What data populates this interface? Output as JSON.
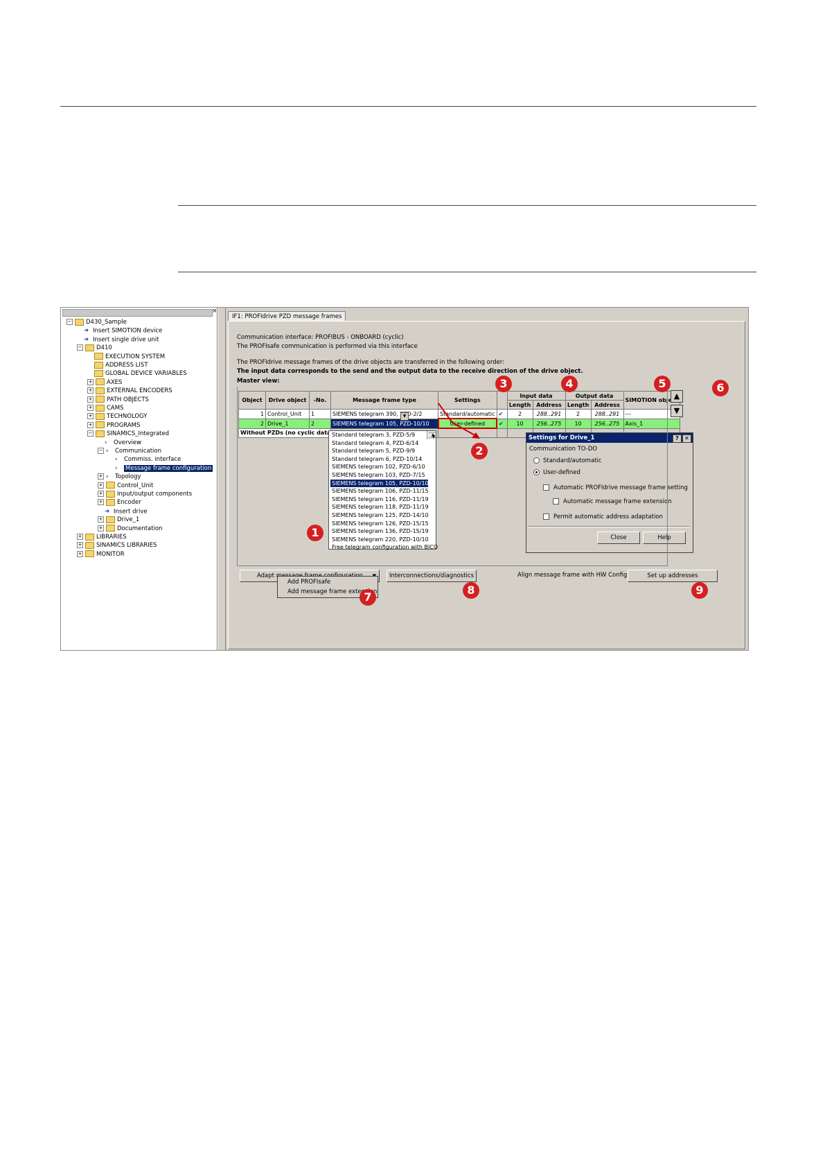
{
  "tree": {
    "items": [
      {
        "label": "D430_Sample",
        "indent": 0,
        "expander": "−",
        "icon": "folder"
      },
      {
        "label": "Insert SIMOTION device",
        "indent": 1,
        "expander": "",
        "icon": "arrow"
      },
      {
        "label": "Insert single drive unit",
        "indent": 1,
        "expander": "",
        "icon": "arrow"
      },
      {
        "label": "D410",
        "indent": 1,
        "expander": "−",
        "icon": "folder"
      },
      {
        "label": "EXECUTION SYSTEM",
        "indent": 2,
        "expander": "",
        "icon": "folder"
      },
      {
        "label": "ADDRESS LIST",
        "indent": 2,
        "expander": "",
        "icon": "folder"
      },
      {
        "label": "GLOBAL DEVICE VARIABLES",
        "indent": 2,
        "expander": "",
        "icon": "folder"
      },
      {
        "label": "AXES",
        "indent": 2,
        "expander": "+",
        "icon": "folder"
      },
      {
        "label": "EXTERNAL ENCODERS",
        "indent": 2,
        "expander": "+",
        "icon": "folder"
      },
      {
        "label": "PATH OBJECTS",
        "indent": 2,
        "expander": "+",
        "icon": "folder"
      },
      {
        "label": "CAMS",
        "indent": 2,
        "expander": "+",
        "icon": "folder"
      },
      {
        "label": "TECHNOLOGY",
        "indent": 2,
        "expander": "+",
        "icon": "folder"
      },
      {
        "label": "PROGRAMS",
        "indent": 2,
        "expander": "+",
        "icon": "folder"
      },
      {
        "label": "SINAMICS_Integrated",
        "indent": 2,
        "expander": "−",
        "icon": "folder"
      },
      {
        "label": "Overview",
        "indent": 3,
        "expander": "",
        "icon": "chev"
      },
      {
        "label": "Communication",
        "indent": 3,
        "expander": "−",
        "icon": "chev"
      },
      {
        "label": "Commiss. interface",
        "indent": 4,
        "expander": "",
        "icon": "chev"
      },
      {
        "label": "Message frame configuration",
        "indent": 4,
        "expander": "",
        "icon": "chev",
        "selected": true
      },
      {
        "label": "Topology",
        "indent": 3,
        "expander": "+",
        "icon": "chev"
      },
      {
        "label": "Control_Unit",
        "indent": 3,
        "expander": "+",
        "icon": "folder"
      },
      {
        "label": "Input/output components",
        "indent": 3,
        "expander": "+",
        "icon": "folder"
      },
      {
        "label": "Encoder",
        "indent": 3,
        "expander": "+",
        "icon": "folder"
      },
      {
        "label": "Insert drive",
        "indent": 3,
        "expander": "",
        "icon": "arrow"
      },
      {
        "label": "Drive_1",
        "indent": 3,
        "expander": "+",
        "icon": "folder"
      },
      {
        "label": "Documentation",
        "indent": 3,
        "expander": "+",
        "icon": "folder"
      },
      {
        "label": "LIBRARIES",
        "indent": 1,
        "expander": "+",
        "icon": "folder"
      },
      {
        "label": "SINAMICS LIBRARIES",
        "indent": 1,
        "expander": "+",
        "icon": "folder"
      },
      {
        "label": "MONITOR",
        "indent": 1,
        "expander": "+",
        "icon": "folder"
      }
    ]
  },
  "tab": {
    "label": "IF1:  PROFIdrive  PZD message frames"
  },
  "info": {
    "line1": "Communication interface: PROFIBUS - ONBOARD (cyclic)",
    "line2": "The PROFIsafe communication is performed via this interface",
    "line3": "The PROFIdrive message frames of the drive objects are transferred in the following order:",
    "line4": "The input data corresponds to the send and the output data to the receive direction of the drive object.",
    "master": "Master view:"
  },
  "table": {
    "headers": {
      "object": "Object",
      "drive_object": "Drive object",
      "no": "-No.",
      "frame_type": "Message frame type",
      "settings": "Settings",
      "input": "Input data",
      "output": "Output data",
      "length": "Length",
      "address": "Address",
      "simotion": "SIMOTION object"
    },
    "rows": [
      {
        "object": "1",
        "drive": "Control_Unit",
        "no": "1",
        "type": "SIEMENS telegram 390, PZD-2/2",
        "settings": "Standard/automatic",
        "in_len": "2",
        "in_addr": "288..291",
        "out_len": "2",
        "out_addr": "288..291",
        "simotion": "---"
      },
      {
        "object": "2",
        "drive": "Drive_1",
        "no": "2",
        "type": "SIEMENS telegram 105, PZD-10/10",
        "settings": "User-defined",
        "in_len": "10",
        "in_addr": "256..275",
        "out_len": "10",
        "out_addr": "256..275",
        "simotion": "Axis_1"
      }
    ],
    "footer": "Without PZDs (no cyclic data"
  },
  "dropdown": {
    "options": [
      "Standard telegram 3, PZD-5/9",
      "Standard telegram 4, PZD-6/14",
      "Standard telegram 5, PZD-9/9",
      "Standard telegram 6, PZD-10/14",
      "SIEMENS telegram 102, PZD-6/10",
      "SIEMENS telegram 103, PZD-7/15",
      "SIEMENS telegram 105, PZD-10/10",
      "SIEMENS telegram 106, PZD-11/15",
      "SIEMENS telegram 116, PZD-11/19",
      "SIEMENS telegram 118, PZD-11/19",
      "SIEMENS telegram 125, PZD-14/10",
      "SIEMENS telegram 126, PZD-15/15",
      "SIEMENS telegram 136, PZD-15/19",
      "SIEMENS telegram 220, PZD-10/10",
      "Free telegram configuration with BICO"
    ],
    "selected_index": 6
  },
  "dialog": {
    "title": "Settings for Drive_1",
    "help_glyph": "?",
    "close_glyph": "✕",
    "group": "Communication TO-DO",
    "radio_standard": "Standard/automatic",
    "radio_user": "User-defined",
    "cb_auto_frame": "Automatic PROFIdrive message frame setting",
    "cb_auto_ext": "Automatic message frame extension",
    "cb_permit": "Permit automatic address adaptation",
    "close_btn": "Close",
    "help_btn": "Help"
  },
  "buttons": {
    "adapt": "Adapt message frame configuration",
    "interconnections": "Interconnections/diagnostics",
    "align_label": "Align message frame with HW Config",
    "setup": "Set up addresses"
  },
  "menu": {
    "item1": "Add PROFIsafe",
    "item2": "Add message frame extension"
  },
  "callouts": {
    "c1": "1",
    "c2": "2",
    "c3": "3",
    "c4": "4",
    "c5": "5",
    "c6": "6",
    "c7": "7",
    "c8": "8",
    "c9": "9"
  },
  "arrows": {
    "up": "▲",
    "down": "▼"
  },
  "colors": {
    "selection": "#0a246a",
    "row_green": "#88f07a",
    "callout_red": "#d42020",
    "highlight_box": "#cc0000"
  }
}
